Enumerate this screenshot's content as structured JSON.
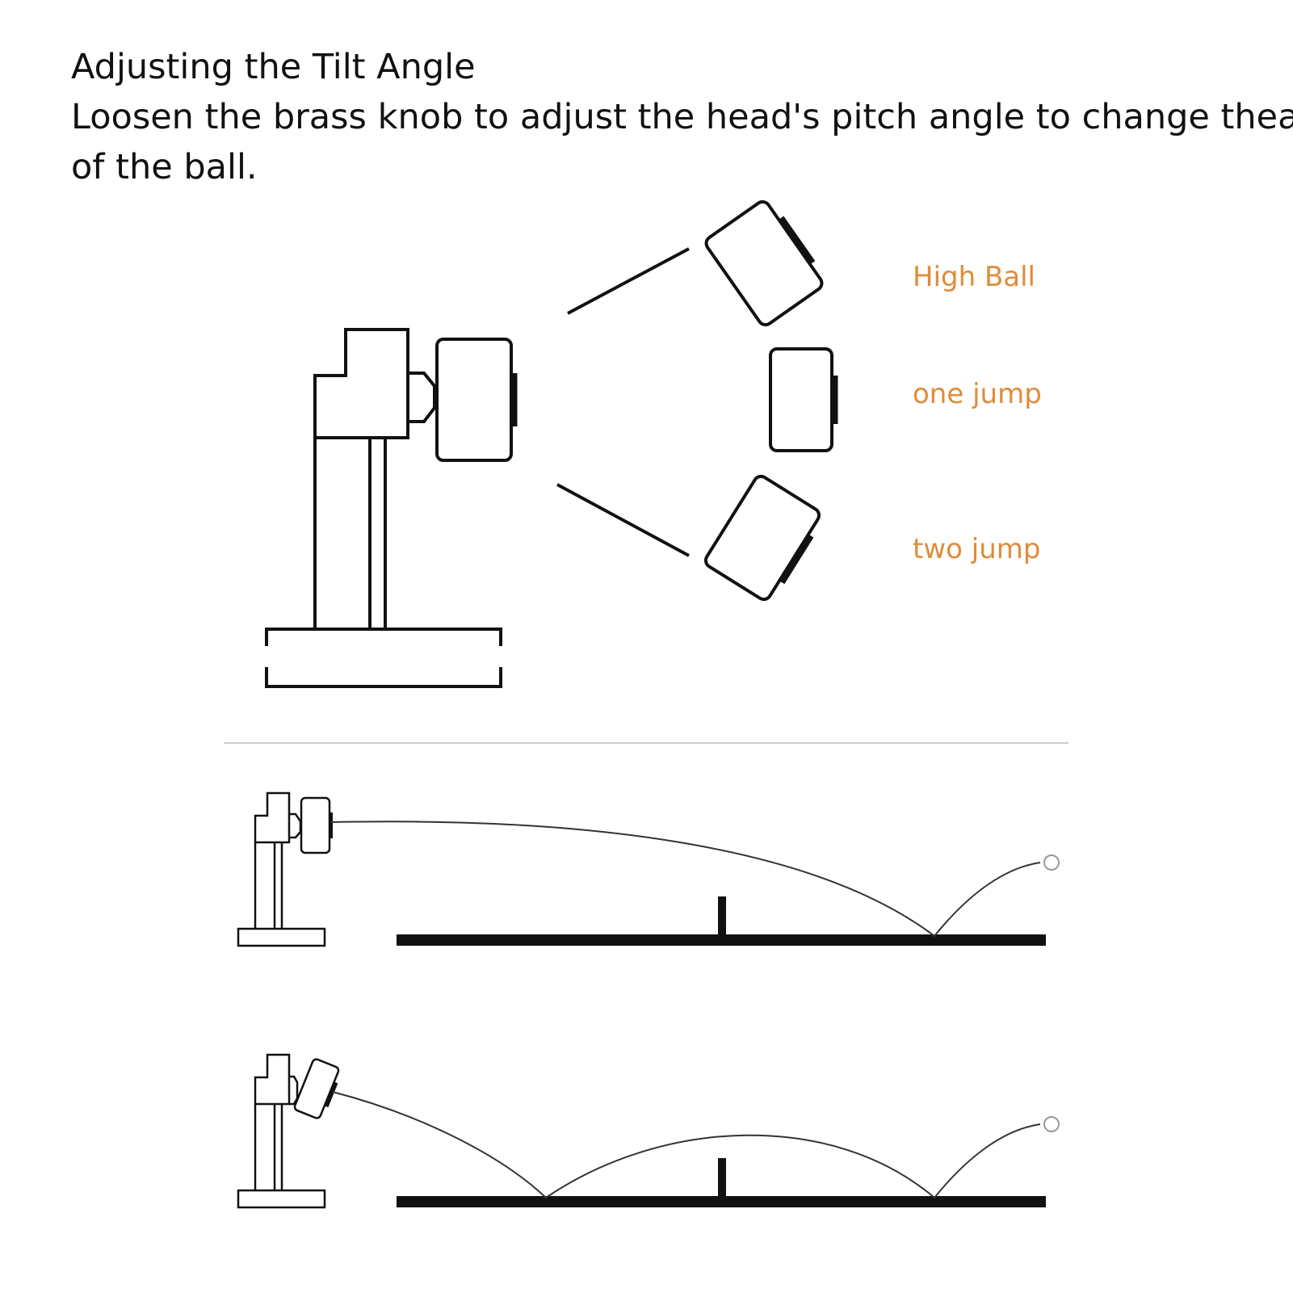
{
  "heading": {
    "title": "Adjusting the Tilt Angle",
    "body_line1": "Loosen the brass knob to adjust the head's pitch angle to change thearc",
    "body_line2": "of the ball."
  },
  "angle_labels": {
    "high": "High Ball",
    "one": "one jump",
    "two": "two jump"
  },
  "colors": {
    "text": "#111111",
    "accent": "#e08b3a",
    "line": "#111111",
    "divider": "#cccccc"
  }
}
